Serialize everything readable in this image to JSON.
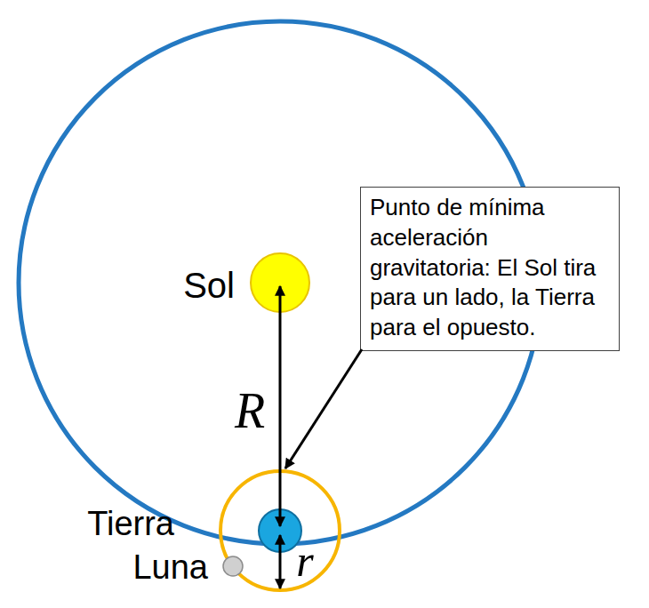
{
  "diagram": {
    "nodes": [
      {
        "text": [
          "Punto de mínima aceleración gravitatoria: El Sol tira para un lado, la Tierra para el opuesto."
        ]
      }
    ],
    "labels": [
      "Sol",
      "R",
      "Tierra",
      "Luna",
      "r"
    ]
  }
}
